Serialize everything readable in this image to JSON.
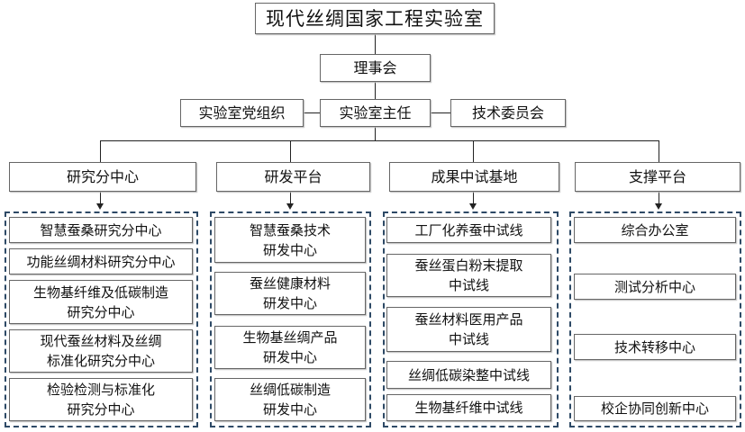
{
  "title": "现代丝绸国家工程实验室",
  "council": "理事会",
  "director": "实验室主任",
  "party": "实验室党组织",
  "tech_committee": "技术委员会",
  "columns": [
    {
      "label": "研究分中心",
      "items": [
        "智慧蚕桑研究分中心",
        "功能丝绸材料研究分中心",
        "生物基纤维及低碳制造\n研究分中心",
        "现代蚕丝材料及丝绸\n标准化研究分中心",
        "检验检测与标准化\n研究分中心"
      ]
    },
    {
      "label": "研发平台",
      "items": [
        "智慧蚕桑技术\n研发中心",
        "蚕丝健康材料\n研发中心",
        "生物基丝绸产品\n研发中心",
        "丝绸低碳制造\n研发中心"
      ]
    },
    {
      "label": "成果中试基地",
      "items": [
        "工厂化养蚕中试线",
        "蚕丝蛋白粉末提取\n中试线",
        "蚕丝材料医用产品\n中试线",
        "丝绸低碳染整中试线",
        "生物基纤维中试线"
      ]
    },
    {
      "label": "支撑平台",
      "items": [
        "综合办公室",
        "测试分析中心",
        "技术转移中心",
        "校企协同创新中心"
      ]
    }
  ]
}
